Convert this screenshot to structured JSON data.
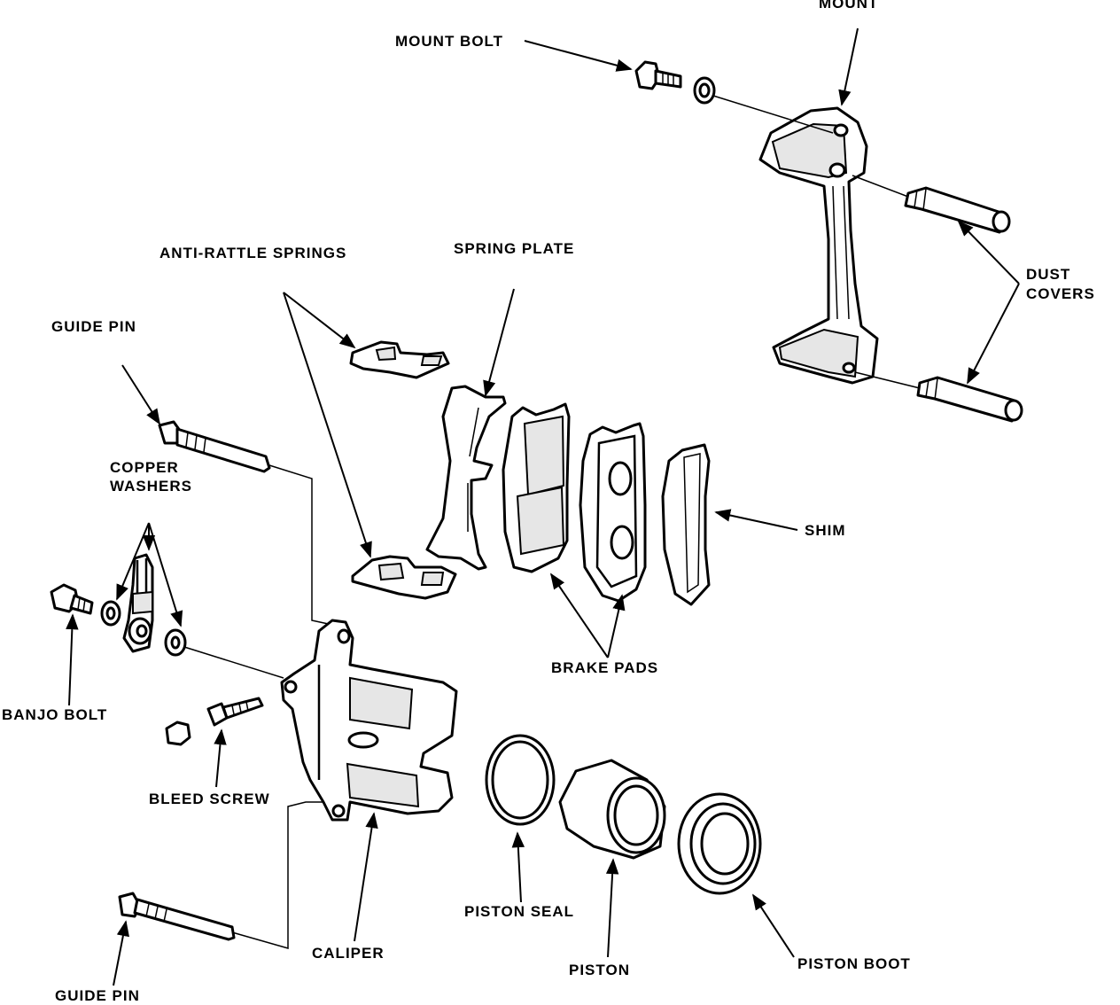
{
  "labels": {
    "mount": "MOUNT",
    "mount_bolt": "MOUNT BOLT",
    "dust_covers_line1": "DUST",
    "dust_covers_line2": "COVERS",
    "anti_rattle_springs": "ANTI-RATTLE SPRINGS",
    "spring_plate": "SPRING PLATE",
    "guide_pin_top": "GUIDE PIN",
    "copper_washers_line1": "COPPER",
    "copper_washers_line2": "WASHERS",
    "shim": "SHIM",
    "brake_pads": "BRAKE PADS",
    "banjo_bolt": "BANJO BOLT",
    "bleed_screw": "BLEED SCREW",
    "piston_seal": "PISTON SEAL",
    "caliper": "CALIPER",
    "piston": "PISTON",
    "piston_boot": "PISTON BOOT",
    "guide_pin_bottom": "GUIDE PIN"
  }
}
